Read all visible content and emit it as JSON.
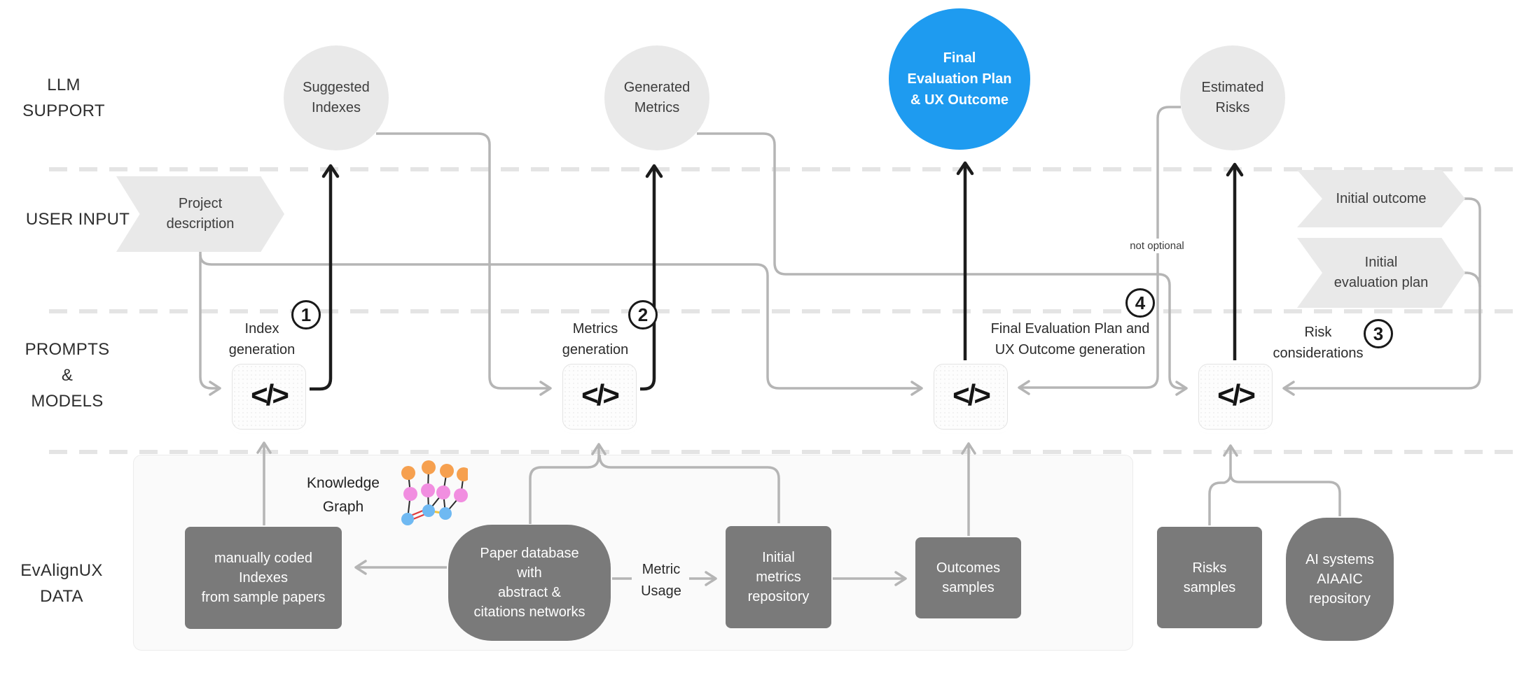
{
  "colors": {
    "accent_blue": "#1E9BF0",
    "shape_gray": "#e9e9e9",
    "dark_box_gray": "#7a7a7a",
    "line_gray": "#b5b5b5",
    "line_black": "#1c1c1c",
    "dashed_lane_gray": "#e4e4e4",
    "panel_bg": "#fafafa",
    "node_orange": "#F6A04F",
    "node_pink": "#F18EE0",
    "node_blue": "#6FB9F2",
    "edge_red": "#e03a3a",
    "edge_yellow": "#f0c440"
  },
  "lanes": [
    {
      "id": "llm-support",
      "lines": [
        "LLM",
        "SUPPORT"
      ]
    },
    {
      "id": "user-input",
      "lines": [
        "USER INPUT"
      ]
    },
    {
      "id": "prompts-models",
      "lines": [
        "PROMPTS",
        "&",
        "MODELS"
      ]
    },
    {
      "id": "evalignux-data",
      "lines": [
        "EvAlignUX",
        "DATA"
      ]
    }
  ],
  "llm_outputs": {
    "suggested_indexes": {
      "lines": [
        "Suggested",
        "Indexes"
      ]
    },
    "generated_metrics": {
      "lines": [
        "Generated",
        "Metrics"
      ]
    },
    "final_plan": {
      "lines": [
        "Final",
        "Evaluation Plan",
        "& UX Outcome"
      ],
      "highlighted": true
    },
    "estimated_risks": {
      "lines": [
        "Estimated",
        "Risks"
      ]
    }
  },
  "user_inputs": {
    "project_description": {
      "lines": [
        "Project",
        "description"
      ]
    },
    "initial_outcome": {
      "lines": [
        "Initial outcome"
      ]
    },
    "initial_evaluation_plan": {
      "lines": [
        "Initial",
        "evaluation plan"
      ]
    }
  },
  "prompts": {
    "code_glyph": "</>",
    "note": "not optional",
    "steps": [
      {
        "num": "1",
        "lines": [
          "Index",
          "generation"
        ]
      },
      {
        "num": "2",
        "lines": [
          "Metrics",
          "generation"
        ]
      },
      {
        "num": "4",
        "lines": [
          "Final Evaluation Plan and",
          "UX Outcome generation"
        ]
      },
      {
        "num": "3",
        "lines": [
          "Risk",
          "considerations"
        ]
      }
    ]
  },
  "data_sources": {
    "knowledge_graph": {
      "lines": [
        "Knowledge",
        "Graph"
      ]
    },
    "manually_coded_indexes": {
      "lines": [
        "manually coded",
        "Indexes",
        "from sample papers"
      ]
    },
    "paper_database": {
      "lines": [
        "Paper database",
        "with",
        "abstract &",
        "citations networks"
      ]
    },
    "metric_usage": {
      "lines": [
        "Metric",
        "Usage"
      ]
    },
    "initial_metrics_repository": {
      "lines": [
        "Initial",
        "metrics",
        "repository"
      ]
    },
    "outcomes_samples": {
      "lines": [
        "Outcomes",
        "samples"
      ]
    },
    "risks_samples": {
      "lines": [
        "Risks",
        "samples"
      ]
    },
    "ai_systems_aiaaic": {
      "lines": [
        "AI systems",
        "AIAAIC",
        "repository"
      ]
    }
  }
}
